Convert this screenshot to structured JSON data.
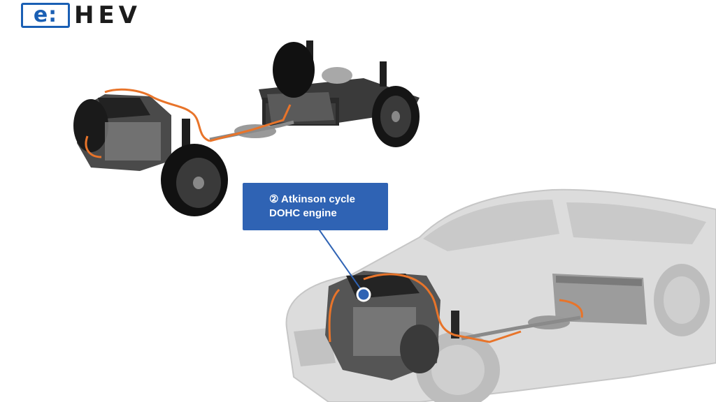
{
  "logo": {
    "badge": "e:",
    "text": "HEV"
  },
  "callout": {
    "line1": "② Atkinson cycle",
    "line2": "DOHC engine"
  },
  "colors": {
    "accent_blue": "#2f63b4",
    "cable_orange": "#e8742a"
  }
}
